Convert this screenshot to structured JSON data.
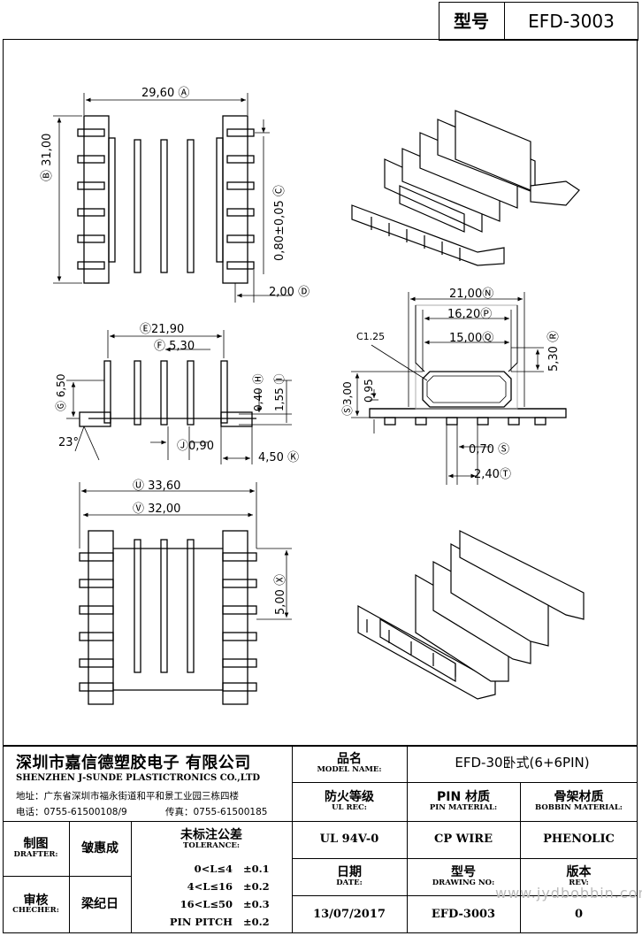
{
  "header": {
    "model_label": "型号",
    "model_value": "EFD-3003"
  },
  "dimensions": {
    "a": "29,60",
    "b": "31,00",
    "c": "0,80±0,05",
    "d": "2,00",
    "e": "21,90",
    "f": "5,30",
    "g": "6,50",
    "h": "0,40",
    "i": "1,55",
    "j": "0,90",
    "k": "4,50",
    "n": "21,00",
    "p": "16,20",
    "q": "15,00",
    "r": "5,30",
    "c125": "C1.25",
    "s3": "3,00",
    "s095": "0,95",
    "s": "0,70",
    "t": "2,40",
    "u": "33,60",
    "v": "32,00",
    "x": "5,00",
    "angle": "23°"
  },
  "markers": [
    "A",
    "B",
    "C",
    "D",
    "E",
    "F",
    "G",
    "H",
    "I",
    "J",
    "K",
    "N",
    "P",
    "Q",
    "R",
    "S",
    "T",
    "U",
    "V",
    "X"
  ],
  "title_block": {
    "company_cn": "深圳市嘉信德塑胶电子 有限公司",
    "company_en": "SHENZHEN J-SUNDE PLASTICTRONICS CO.,LTD",
    "address": "地址：广东省深圳市福永街道和平和景工业园三栋四楼",
    "phone": "电话：0755-61500108/9",
    "fax": "传真：0755-61500185",
    "model_name_cn": "品名",
    "model_name_en": "MODEL NAME:",
    "model_name_value": "EFD-30卧式(6+6PIN)",
    "ul_rec_cn": "防火等级",
    "ul_rec_en": "UL REC:",
    "pin_material_cn": "PIN 材质",
    "pin_material_en": "PIN MATERIAL:",
    "bobbin_material_cn": "骨架材质",
    "bobbin_material_en": "BOBBIN MATERIAL:",
    "ul_value": "UL 94V-0",
    "pin_value": "CP WIRE",
    "bobbin_value": "PHENOLIC",
    "drafter_cn": "制图",
    "drafter_en": "DRAFTER:",
    "drafter_name": "皱惠成",
    "checker_cn": "审核",
    "checker_en": "CHECHER:",
    "checker_name": "梁纪日",
    "tolerance_cn": "未标注公差",
    "tolerance_en": "TOLERANCE:",
    "tolerances": [
      {
        "range": "0<L≤4",
        "value": "±0.1"
      },
      {
        "range": "4<L≤16",
        "value": "±0.2"
      },
      {
        "range": "16<L≤50",
        "value": "±0.3"
      },
      {
        "range": "PIN PITCH",
        "value": "±0.2"
      }
    ],
    "date_cn": "日期",
    "date_en": "DATE:",
    "date_value": "13/07/2017",
    "drawing_no_cn": "型号",
    "drawing_no_en": "DRAWING NO:",
    "drawing_no_value": "EFD-3003",
    "rev_cn": "版本",
    "rev_en": "REV:",
    "rev_value": "0"
  },
  "watermark": "www.jydbobbin.com"
}
